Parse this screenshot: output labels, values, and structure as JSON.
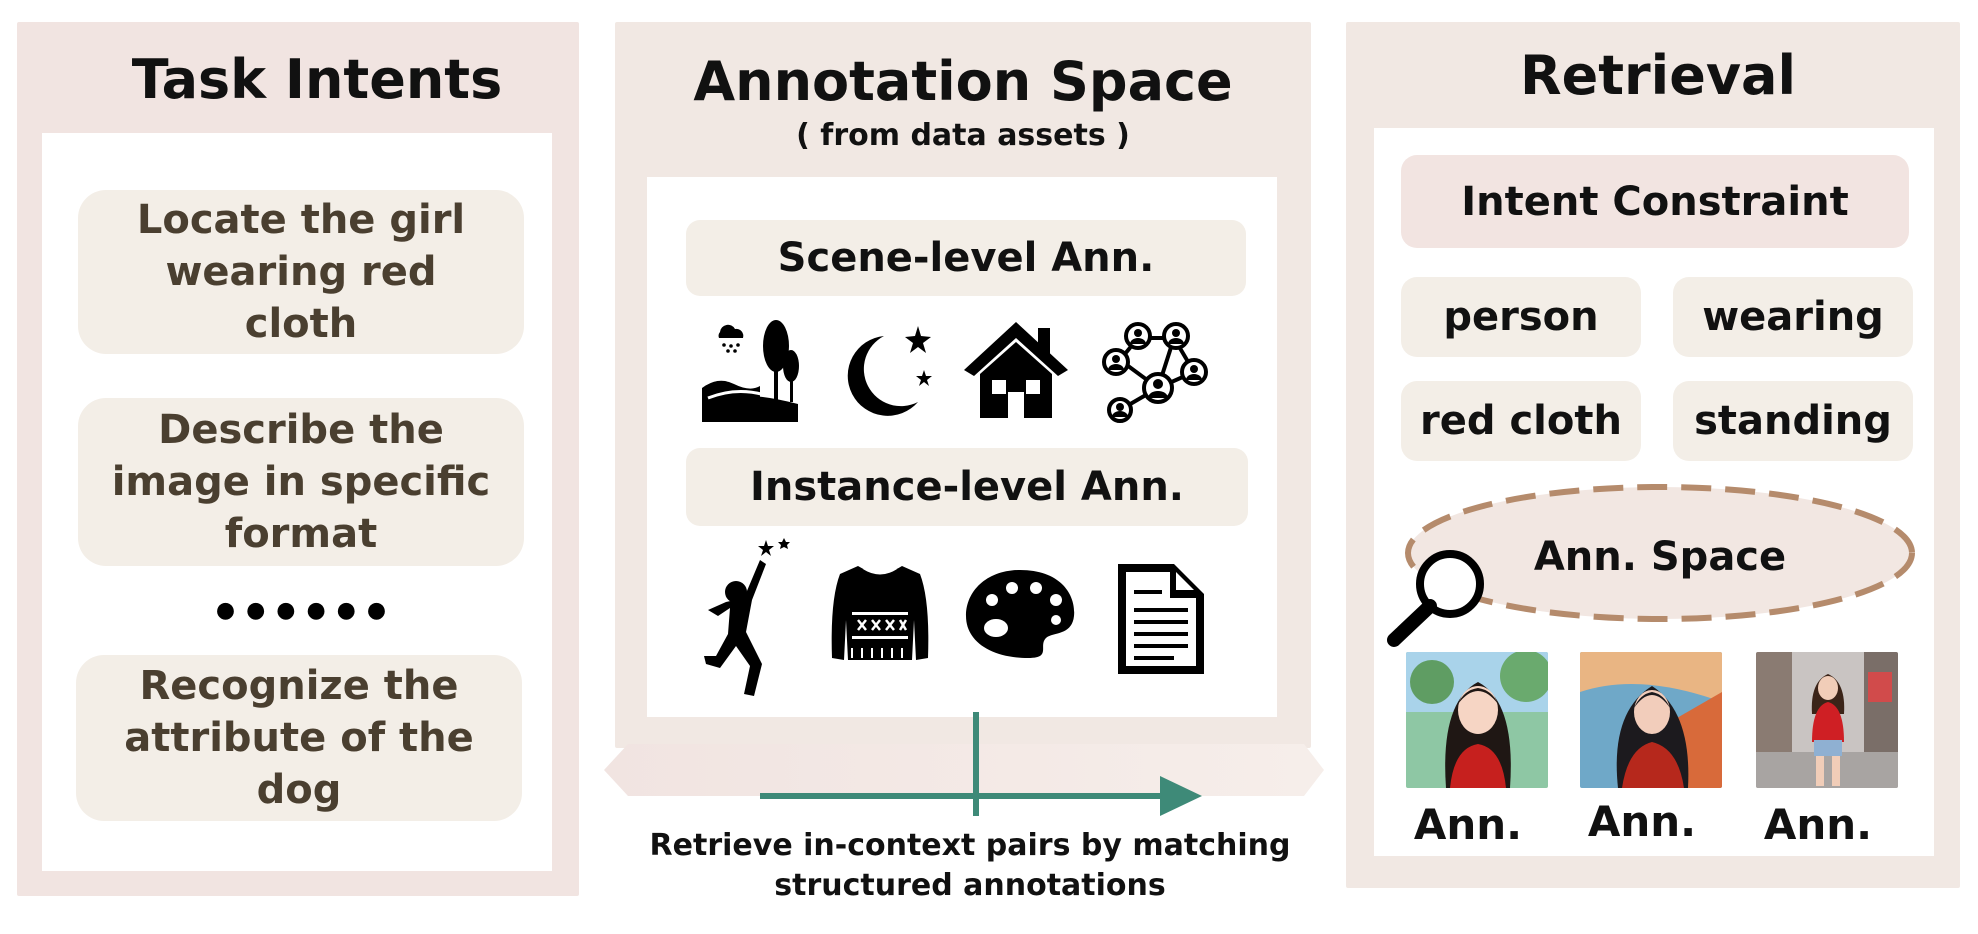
{
  "task_intents": {
    "title": "Task Intents",
    "items": [
      "Locate the girl wearing red cloth",
      "Describe the image in specific format",
      "Recognize the attribute of the dog"
    ],
    "ellipsis": "● ● ● ● ● ●"
  },
  "annotation_space": {
    "title": "Annotation Space",
    "subtitle": "( from  data assets )",
    "scene_label": "Scene-level Ann.",
    "instance_label": "Instance-level Ann.",
    "scene_icons": [
      "landscape-icon",
      "moon-stars-icon",
      "house-icon",
      "network-icon"
    ],
    "instance_icons": [
      "person-reaching-icon",
      "sweater-icon",
      "palette-icon",
      "document-icon"
    ]
  },
  "arrow": {
    "caption_line1": "Retrieve in-context pairs  by matching",
    "caption_line2": "structured annotations",
    "color": "#3e8a78"
  },
  "retrieval": {
    "title": "Retrieval",
    "constraint_label": "Intent Constraint",
    "tags": [
      "person",
      "wearing",
      "red cloth",
      "standing"
    ],
    "ann_space_label": "Ann. Space",
    "results": [
      "Ann.",
      "Ann.",
      "Ann."
    ]
  },
  "colors": {
    "panel_pink": "#f1e4e1",
    "panel_beige": "#f1e8e3",
    "card": "#f3eee7",
    "constraint": "#f2e4e1",
    "dashed": "#b58b6c"
  }
}
